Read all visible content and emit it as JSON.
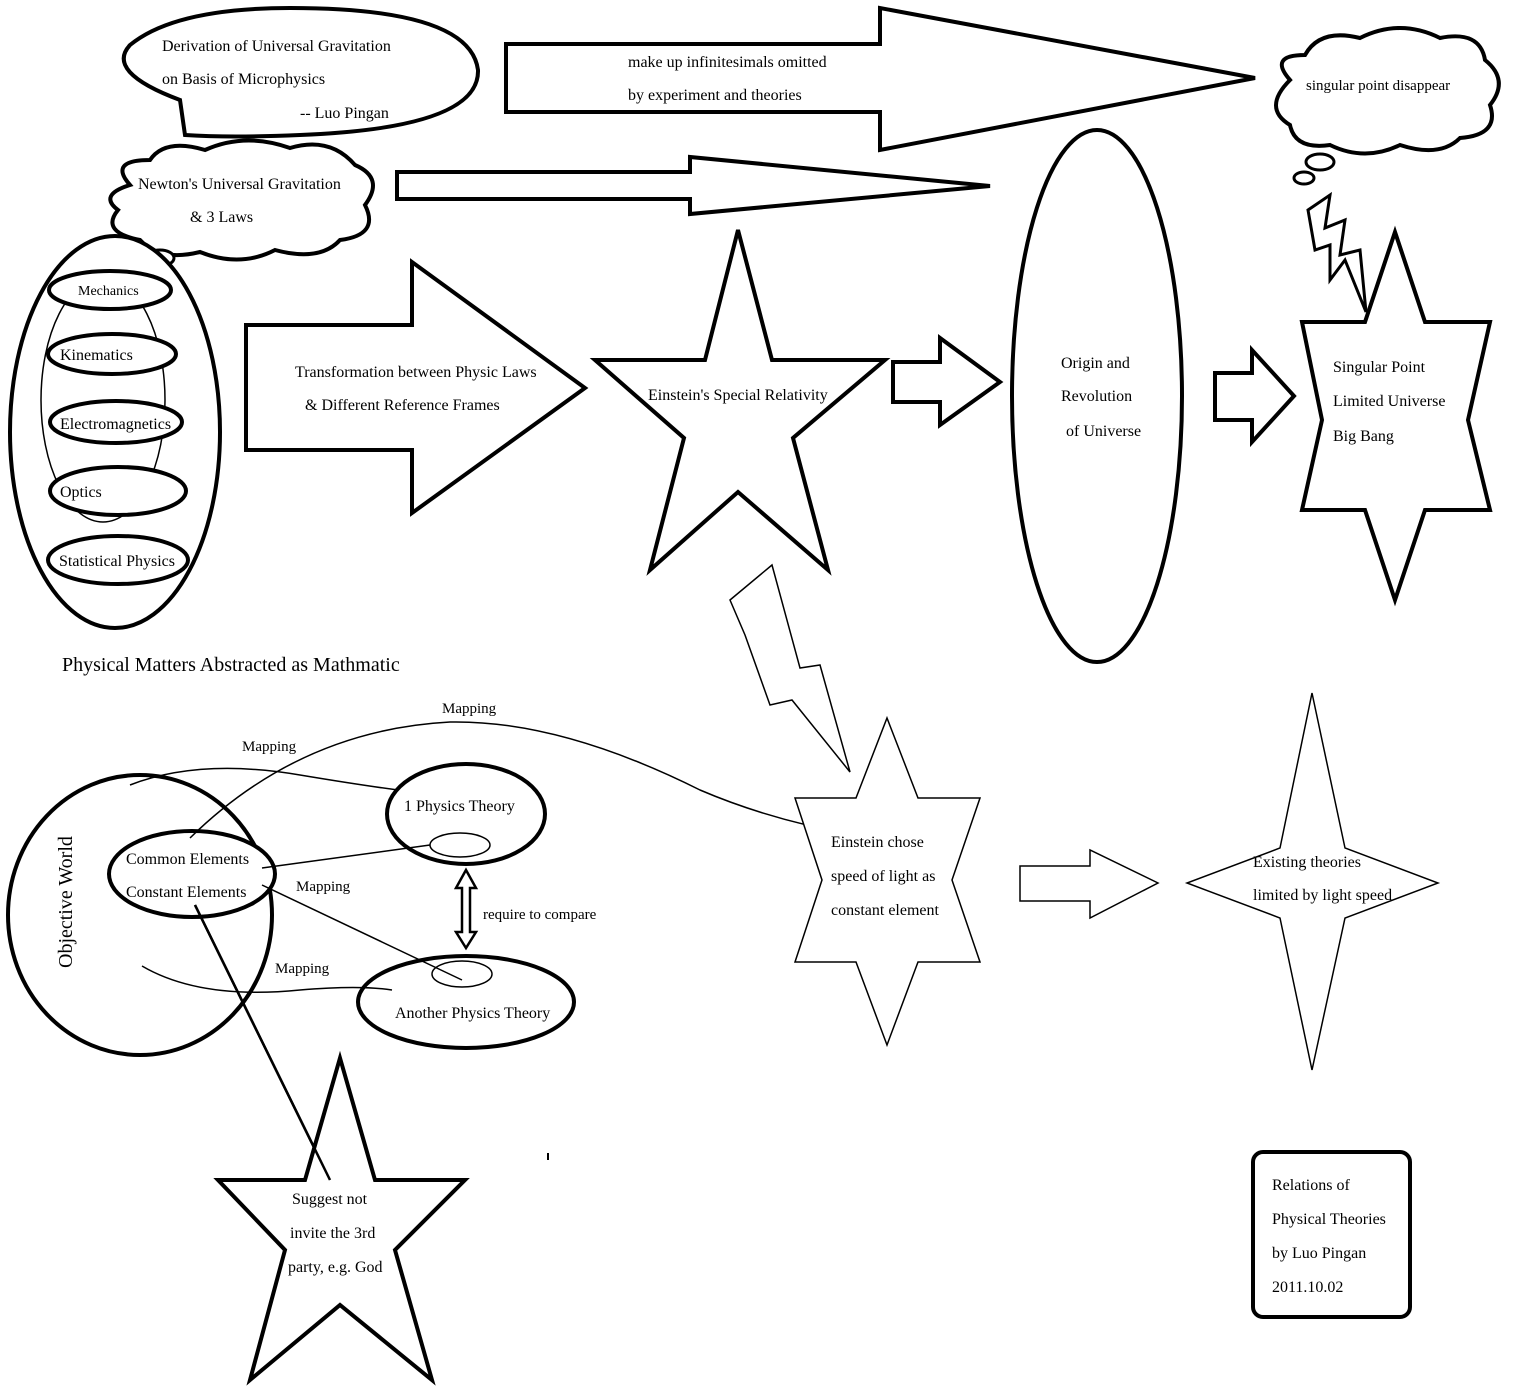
{
  "speech_bubble": {
    "line1": "Derivation of Universal Gravitation",
    "line2": "on Basis of Microphysics",
    "line3": "-- Luo Pingan"
  },
  "newton_cloud": {
    "line1": "Newton's Universal Gravitation",
    "line2": "& 3 Laws"
  },
  "top_arrow": {
    "line1": "make up infinitesimals omitted",
    "line2": "by experiment and theories"
  },
  "singular_cloud": {
    "text": "singular point disappear"
  },
  "fields": [
    "Mechanics",
    "Kinematics",
    "Electromagnetics",
    "Optics",
    "Statistical Physics"
  ],
  "transform_arrow": {
    "line1": "Transformation between Physic Laws",
    "line2": "& Different Reference Frames"
  },
  "special_relativity": {
    "text": "Einstein's Special Relativity"
  },
  "universe_ellipse": {
    "line1": "Origin and",
    "line2": "Revolution",
    "line3": "of Universe"
  },
  "singular_star": {
    "line1": "Singular Point",
    "line2": "Limited Universe",
    "line3": "Big Bang"
  },
  "abstract_label": "Physical Matters Abstracted as Mathmatic",
  "objective_world": {
    "label": "Objective World",
    "line1": "Common Elements",
    "line2": "Constant Elements"
  },
  "theory_one": "1 Physics Theory",
  "theory_two": "Another Physics Theory",
  "compare_label": "require to compare",
  "mapping_labels": [
    "Mapping",
    "Mapping",
    "Mapping",
    "Mapping"
  ],
  "einstein_choice": {
    "line1": "Einstein chose",
    "line2": "speed of light as",
    "line3": "constant element"
  },
  "existing_theories": {
    "line1": "Existing theories",
    "line2": "limited by light speed"
  },
  "god_star": {
    "line1": "Suggest not",
    "line2": "invite the 3rd",
    "line3": "party, e.g. God"
  },
  "caption": {
    "line1": "Relations of",
    "line2": "Physical Theories",
    "line3": "by Luo Pingan",
    "line4": "2011.10.02"
  }
}
